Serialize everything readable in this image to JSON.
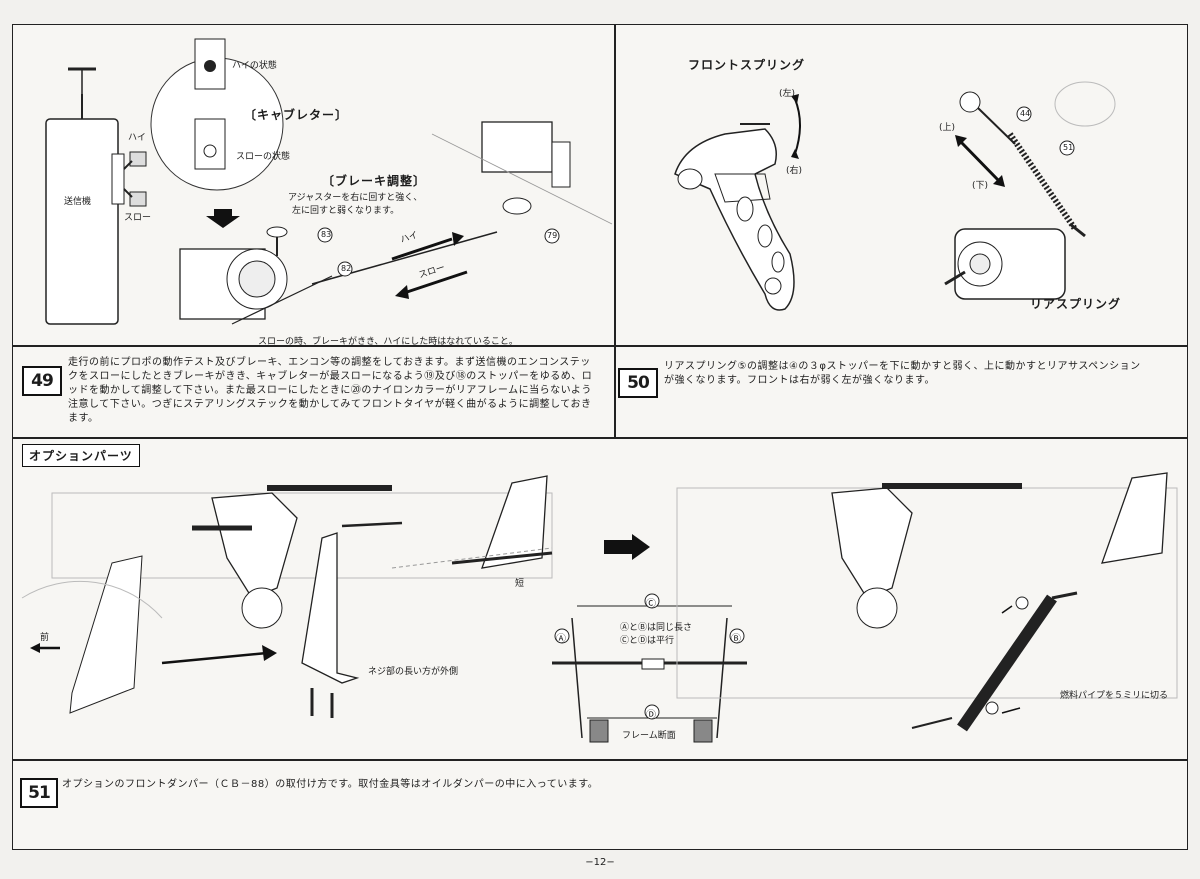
{
  "carb_diagram": {
    "transmitter_label": "送信機",
    "high_label": "ハイ",
    "slow_label": "スロー",
    "carb_title": "〔キャブレター〕",
    "high_state": "ハイの状態",
    "slow_state": "スローの状態",
    "brake_title": "〔ブレーキ調整〕",
    "brake_note_line1": "アジャスターを右に回すと強く、",
    "brake_note_line2": "左に回すと弱くなります。",
    "part_83": "83",
    "part_82": "82",
    "part_79": "79",
    "arrow_high": "ハイ",
    "arrow_slow": "スロー",
    "caption": "スローの時、ブレーキがきき、ハイにした時はなれていること。"
  },
  "spring_diagram": {
    "front_title": "フロントスプリング",
    "rear_title": "リアスプリング",
    "left": "(左)",
    "right": "(右)",
    "up": "(上)",
    "down": "(下)",
    "part_44": "44",
    "part_51": "51"
  },
  "step49": {
    "number": "49",
    "text": "走行の前にプロポの動作テスト及びブレーキ、エンコン等の調整をしておきます。まず送信機のエンコンステックをスローにしたときブレーキがきき、キャブレターが最スローになるよう⑲及び⑱のストッパーをゆるめ、ロッドを動かして調整して下さい。また最スローにしたときに⑳のナイロンカラーがリアフレームに当らないよう注意して下さい。つぎにステアリングステックを動かしてみてフロントタイヤが軽く曲がるように調整しておきます。"
  },
  "step50": {
    "number": "50",
    "text": "リアスプリング⑤の調整は④の３φストッパーを下に動かすと弱く、上に動かすとリアサスペンションが強くなります。フロントは右が弱く左が強くなります。"
  },
  "options": {
    "title": "オプションパーツ",
    "front": "前",
    "short": "短",
    "screw_note": "ネジ部の長い方が外側",
    "c_label": "Ⓒ",
    "a_label": "Ⓐ",
    "b_label": "Ⓑ",
    "d_label": "Ⓓ",
    "ab_note": "ⒶとⒷは同じ長さ",
    "cd_note": "ⒸとⒹは平行",
    "frame_section": "フレーム断面",
    "fuel_pipe_note": "燃料パイプを５ミリに切る"
  },
  "step51": {
    "number": "51",
    "text": "オプションのフロントダンパー（ＣＢ－88）の取付け方です。取付金具等はオイルダンパーの中に入っています。"
  },
  "page_number": "−12−"
}
